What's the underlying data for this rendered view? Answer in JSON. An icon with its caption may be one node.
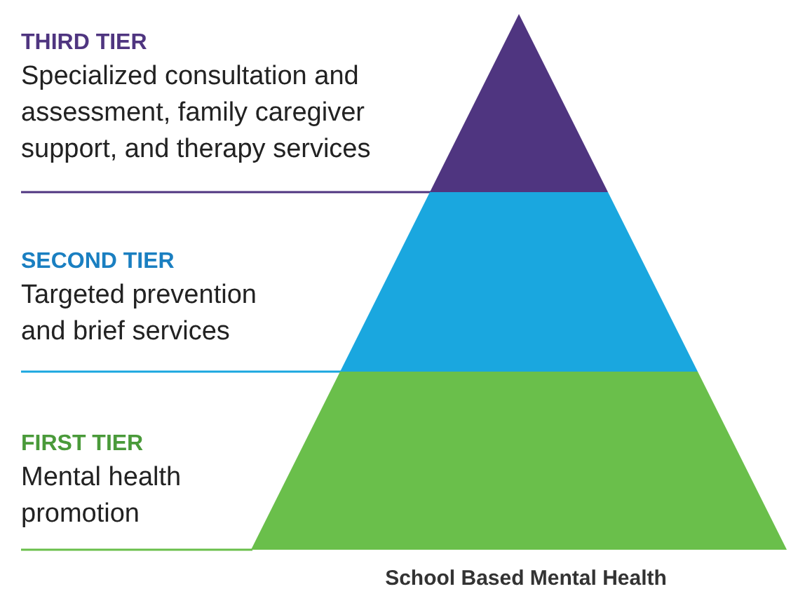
{
  "diagram": {
    "caption": "School Based Mental Health",
    "nodes": [
      {
        "text": [
          "THIRD TIER",
          "Specialized consultation and assessment, family caregiver support, and therapy services"
        ]
      },
      {
        "text": [],
        "shape": "triangle"
      },
      {
        "text": [
          "SECOND TIER",
          "Targeted prevention and brief services"
        ]
      },
      {
        "text": [],
        "shape": "trapezoid"
      },
      {
        "text": [
          "FIRST TIER",
          "Mental health promotion"
        ]
      },
      {
        "text": [],
        "shape": "trapezoid"
      }
    ],
    "edges": [
      {
        "from": 0,
        "to": 1,
        "arrow": "none",
        "color": "#4f3580"
      },
      {
        "from": 2,
        "to": 3,
        "arrow": "none",
        "color": "#1aa7df"
      },
      {
        "from": 4,
        "to": 5,
        "arrow": "none",
        "color": "#6abf4b"
      }
    ]
  }
}
